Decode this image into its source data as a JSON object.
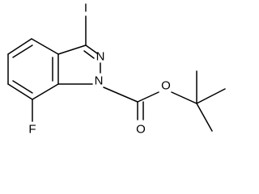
{
  "molecule": {
    "atoms": {
      "iodine": "I",
      "n2": "N",
      "n1": "N",
      "fluorine": "F",
      "ester_oxygen": "O",
      "carbonyl_oxygen": "O"
    }
  }
}
